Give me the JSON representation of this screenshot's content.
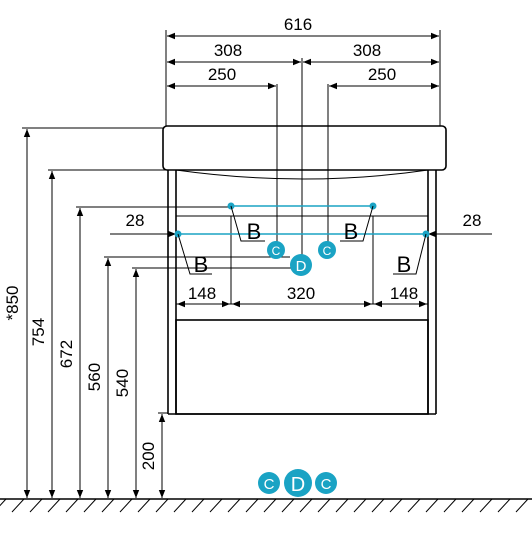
{
  "colors": {
    "accent": "#1aa3c4",
    "line": "#000000"
  },
  "dimensions": {
    "total_width": "616",
    "half_left": "308",
    "half_right": "308",
    "offset_left": "250",
    "offset_right": "250",
    "side_left": "28",
    "side_right": "28",
    "bottom_left": "148",
    "bottom_center": "320",
    "bottom_right": "148",
    "height_total": "*850",
    "height_754": "754",
    "height_672": "672",
    "height_560": "560",
    "height_540": "540",
    "height_200": "200"
  },
  "labels": {
    "b1": "B",
    "b2": "B",
    "b3": "B",
    "b4": "B"
  },
  "markers": {
    "c_left": "C",
    "d_center": "D",
    "c_right": "C",
    "legend_c1": "C",
    "legend_d": "D",
    "legend_c2": "C"
  }
}
